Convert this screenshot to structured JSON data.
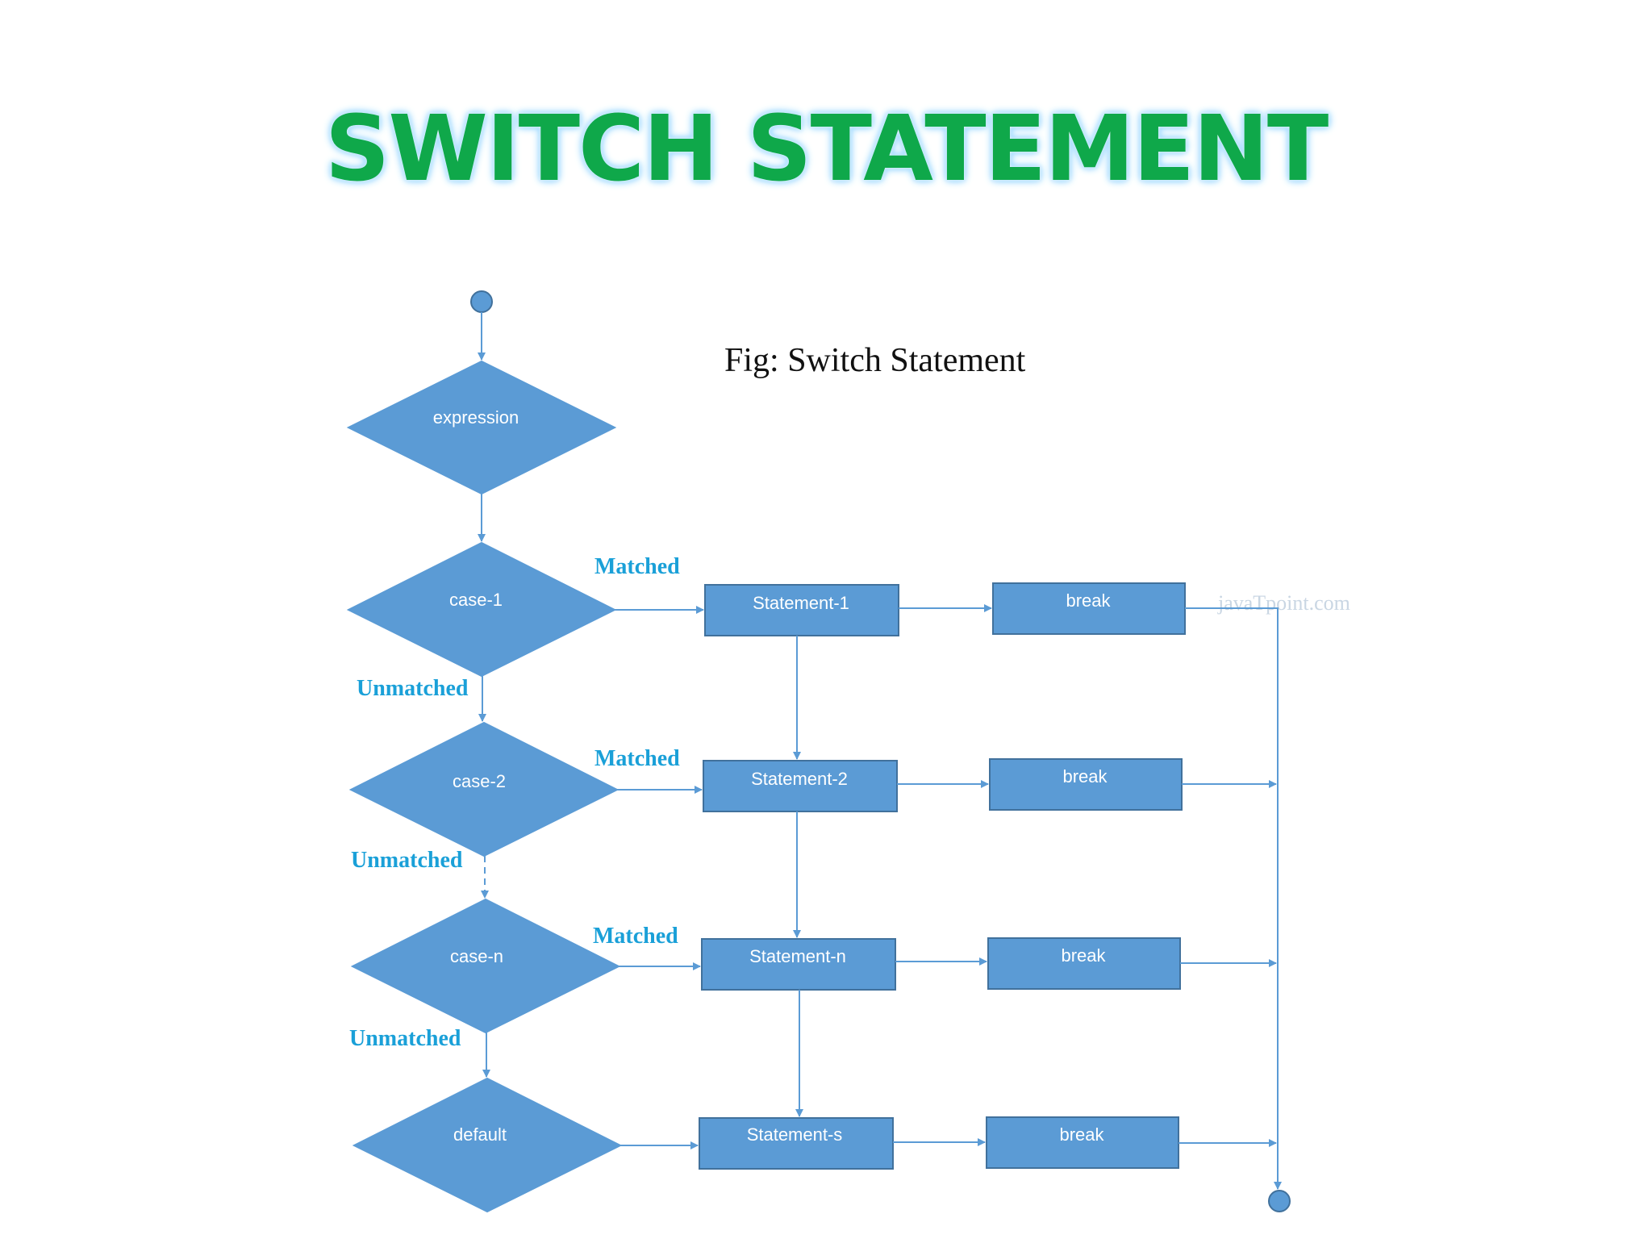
{
  "slide": {
    "title": "SWITCH STATEMENT"
  },
  "figure": {
    "caption": "Fig: Switch Statement",
    "watermark": "javaTpoint.com",
    "nodes": {
      "expression": "expression",
      "case_1": "case-1",
      "case_2": "case-2",
      "case_n": "case-n",
      "default": "default",
      "statement_1": "Statement-1",
      "statement_2": "Statement-2",
      "statement_n": "Statement-n",
      "statement_s": "Statement-s",
      "break_1": "break",
      "break_2": "break",
      "break_3": "break",
      "break_4": "break"
    },
    "edge_labels": {
      "matched_1": "Matched",
      "matched_2": "Matched",
      "matched_3": "Matched",
      "unmatched_1": "Unmatched",
      "unmatched_2": "Unmatched",
      "unmatched_3": "Unmatched"
    },
    "colors": {
      "node_fill": "#5b9bd5",
      "node_stroke": "#41719c",
      "edge": "#5b9bd5",
      "edge_label": "#1aa0d8",
      "title": "#0fa84a"
    }
  }
}
